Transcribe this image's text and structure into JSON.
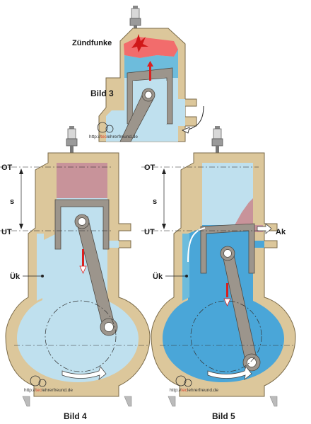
{
  "labels": {
    "spark": "Zündfunke",
    "bild3": "Bild 3",
    "bild4": "Bild 4",
    "bild5": "Bild 5",
    "ot": "OT",
    "ut": "UT",
    "s": "s",
    "uk": "Ük",
    "ak": "Ak"
  },
  "watermark": {
    "prefix": "http://",
    "accent": "tec",
    "suffix": "lehrerfreund.de"
  },
  "colors": {
    "housing": "#dcc79b",
    "housing_edge": "#7a6a48",
    "light_blue": "#bfe0ee",
    "mid_blue": "#6dbcdc",
    "deep_blue": "#4aa6d8",
    "exhaust_gas": "#c8939a",
    "spark_red": "#f26c6c",
    "rod_gray": "#9c958c",
    "arrow_red": "#d92020"
  }
}
